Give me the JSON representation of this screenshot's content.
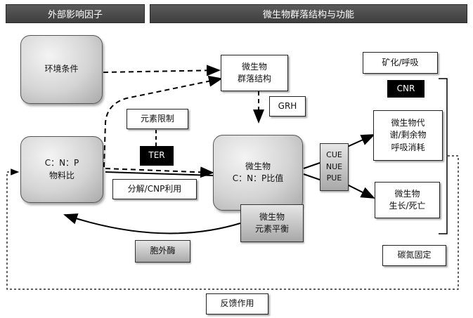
{
  "headers": {
    "left": "外部影响因子",
    "right": "微生物群落结构与功能"
  },
  "nodes": {
    "environment": "环境条件",
    "community": "微生物\n群落结构",
    "mineralization": "矿化/呼吸",
    "grh": "GRH",
    "cnr": "CNR",
    "element_limit": "元素限制",
    "ter": "TER",
    "cnp_material": "C：N：P\n物料比",
    "microbe_cnp": "微生物\nC：N：P比值",
    "decompose": "分解/CNP利用",
    "efficiency": "CUE\nNUE\nPUE",
    "metabolism": "微生物代\n谢/剩余物\n呼吸消耗",
    "growth": "微生物\n生长/死亡",
    "element_balance": "微生物\n元素平衡",
    "enzyme": "胞外酶",
    "fixation": "碳氮固定",
    "feedback": "反馈作用"
  }
}
